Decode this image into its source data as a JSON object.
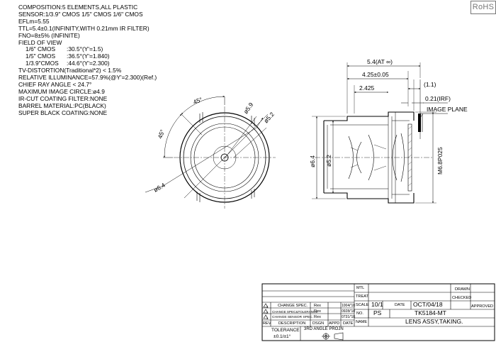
{
  "rohs": "RoHS",
  "spec": {
    "composition": "COMPOSITION:5 ELEMENTS,ALL PLASTIC",
    "sensor": "SENSOR:1/3.9\" CMOS 1/5\" CMOS 1/6\" CMOS",
    "efl": "EFLm=5.55",
    "ttl": "TTL=5.4±0.1(INFINITY,WITH 0.21mm IR FILTER)",
    "fno": "FNO=8±5% (INFINITE)",
    "fov_title": "FIELD OF VIEW",
    "fov": [
      {
        "sensor": "1/6\" CMOS",
        "value": ":30.5°(Y'=1.5)"
      },
      {
        "sensor": "1/5\" CMOS",
        "value": ":36.5°(Y'=1.840)"
      },
      {
        "sensor": "1/3.9\"CMOS",
        "value": ":44.6°(Y'=2.300)"
      }
    ],
    "tv_distortion": "TV-DISTORTION(Traditional*2) < 1.5%",
    "illuminance": "RELATIVE ILLUMINANCE=57.9%(@Y'=2.300)(Ref.)",
    "chief_ray": "CHIEF RAY ANGLE < 24.7°",
    "image_circle": "MAXIMUM IMAGE CIRCLE:ø4.9",
    "ir_cut": "IR-CUT COATING FILTER:NONE",
    "barrel": "BARREL MATERIAL:PC(BLACK)",
    "super_black": "SUPER BLACK COATING:NONE"
  },
  "front_view": {
    "angle_1": "45°",
    "angle_2": "45°",
    "dia_outer": "ø6.4",
    "dia_5_9": "ø5.9",
    "dia_5_2": "ø5.2"
  },
  "side_view": {
    "total_length": "5.4(AT ∞)",
    "length_4_25": "4.25±0.05",
    "length_2_425": "2.425",
    "bfl": "(1.1)",
    "irf": "0.21(IRF)",
    "image_plane": "IMAGE PLANE",
    "dia_6_4": "ø6.4",
    "dia_5_2": "ø5.2",
    "thread": "M6.8P025"
  },
  "title_block": {
    "mtl_label": "MTL",
    "treat_label": "TREAT",
    "drawn_label": "DRAWN",
    "checked_label": "CHECKED",
    "approved_label": "APPROVED",
    "scale_label": "SCALE",
    "scale_value": "10/1",
    "date_label": "DATE",
    "date_value": "OCT/04/18",
    "no_label": "NO.",
    "part_prefix": "PS",
    "part_no": "TK5184-MT",
    "name_label": "NAME",
    "name_value": "LENS ASSY,TAKING.",
    "revisions": [
      {
        "mark": "3",
        "desc": "CHANGE SPEC.",
        "by": "Rex",
        "date": "1004/'18"
      },
      {
        "mark": "2",
        "desc": "CHANGE SPEC&TOLERANCE",
        "by": "Rex",
        "date": "0928/'18"
      },
      {
        "mark": "1",
        "desc": "CHANGE SENSOR SPEC.",
        "by": "Rex",
        "date": "0731/'18"
      }
    ],
    "rev_label": "REV",
    "desc_label": "DESCRIPTION",
    "dsgn_label": "DSGN",
    "appd_label": "APPD",
    "date_col_label": "DATE",
    "tolerance_label": "TOLERANCE",
    "tolerance_value": "±0.1/±1°",
    "projection_label": "3RD ANGLE PROJN"
  }
}
